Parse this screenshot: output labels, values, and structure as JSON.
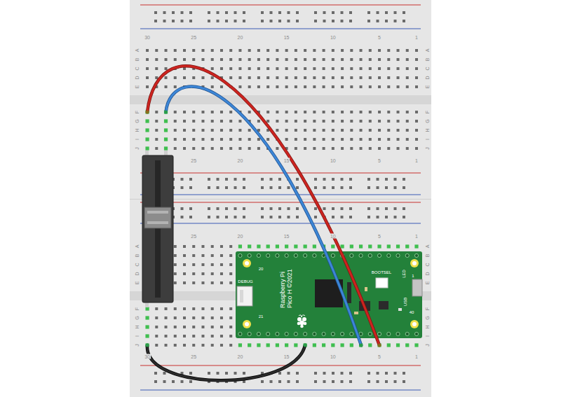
{
  "diagram": {
    "nodes": [
      {
        "text": [
          "Raspberry Pi Pico H ©2021"
        ]
      }
    ],
    "labels": [
      "30",
      "25",
      "20",
      "15",
      "10",
      "5",
      "1",
      "25",
      "20",
      "15",
      "10",
      "5",
      "1",
      "25",
      "20",
      "15",
      "10",
      "5",
      "1",
      "30",
      "25",
      "20",
      "15",
      "10",
      "5",
      "1",
      "A",
      "B",
      "C",
      "D",
      "E",
      "F",
      "G",
      "H",
      "I",
      "J",
      "A",
      "B",
      "C",
      "D",
      "E",
      "F",
      "G",
      "H",
      "I",
      "J",
      "A",
      "B",
      "C",
      "D",
      "E",
      "F",
      "G",
      "H",
      "I",
      "J",
      "A",
      "B",
      "C",
      "D",
      "E",
      "F",
      "G",
      "H",
      "I",
      "J",
      "DEBUG",
      "BOOTSEL",
      "USB",
      "LED",
      "1",
      "20",
      "21",
      "40"
    ]
  }
}
